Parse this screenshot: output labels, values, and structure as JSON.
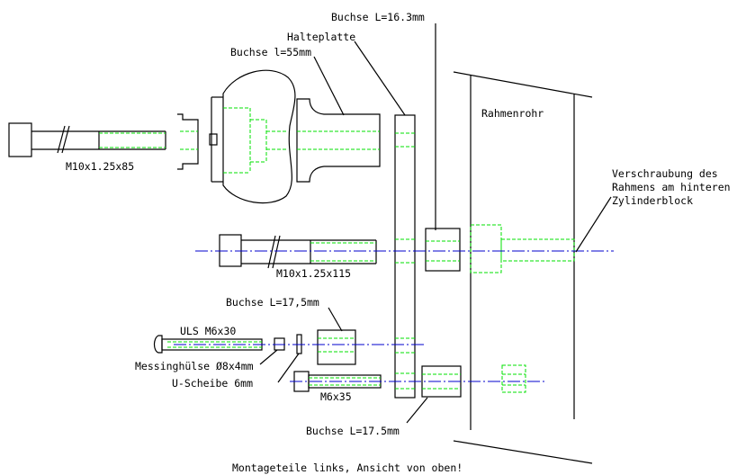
{
  "labels": {
    "buchse_163": "Buchse L=16.3mm",
    "halteplatte": "Halteplatte",
    "buchse_55": "Buchse l=55mm",
    "rahmenrohr": "Rahmenrohr",
    "m10_85": "M10x1.25x85",
    "verschraubung_1": "Verschraubung des",
    "verschraubung_2": "Rahmens am hinteren",
    "verschraubung_3": "Zylinderblock",
    "m10_115": "M10x1.25x115",
    "buchse_175_top": "Buchse L=17,5mm",
    "uls": "ULS M6x30",
    "messinghuelse": "Messinghülse Ø8x4mm",
    "u_scheibe": "U-Scheibe 6mm",
    "m6_35": "M6x35",
    "buchse_175_bottom": "Buchse L=17.5mm",
    "caption": "Montageteile links, Ansicht von oben!"
  },
  "colors": {
    "outline": "#000000",
    "hidden_lines": "#00e000",
    "center_lines": "#0000cc",
    "background": "#ffffff"
  }
}
